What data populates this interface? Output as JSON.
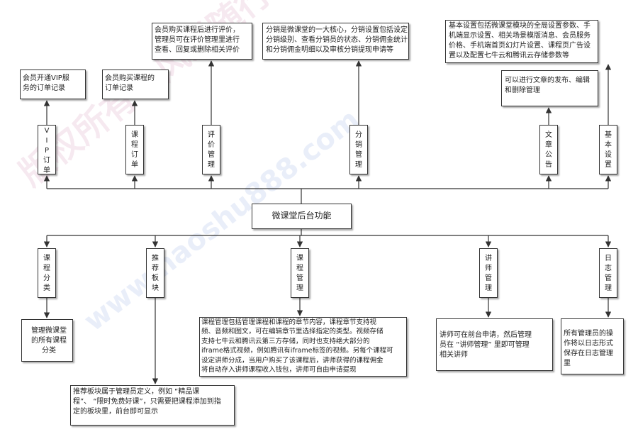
{
  "center": {
    "label": "微课堂后台功能"
  },
  "top_modules": [
    {
      "key": "vip",
      "label": "V\nI\nP\n订\n单",
      "desc": "会员开通VIP服\n务的订单记录"
    },
    {
      "key": "course_order",
      "label": "课\n程\n订\n单",
      "desc": "会员购买课程的\n订单记录"
    },
    {
      "key": "review",
      "label": "评\n价\n管\n理",
      "desc": "会员购买课程后进行评价，\n管理员可在评价管理里进行\n查看、回复或删除相关评价"
    },
    {
      "key": "distribution",
      "label": "分\n销\n管\n理",
      "desc": "分销是微课堂的一大核心，分销设置包括设定\n分销级别、查看分销员的状态、分销佣金统计\n和分销佣金明细以及审核分销提现申请等"
    },
    {
      "key": "article",
      "label": "文\n章\n公\n告",
      "desc": "可以进行文章的发布、编辑\n和删除管理"
    },
    {
      "key": "basic",
      "label": "基\n本\n设\n置",
      "desc": "基本设置包括微课堂模块的全局设置参数、手\n机端显示设置、相关场景模版消息、会员服务\n价格、手机端首页幻灯片设置、课程页广告设\n置以及配置七牛云和腾讯云存储参数等"
    }
  ],
  "bottom_modules": [
    {
      "key": "category",
      "label": "课\n程\n分\n类",
      "desc": "管理微课堂\n的所有课程\n分类"
    },
    {
      "key": "recommend",
      "label": "推\n荐\n板\n块",
      "desc": "推荐板块属于管理员定义，例如 “精品课\n程”、 “限时免费好课”，只需要把课程添加到指\n定的板块里，前台即可显示"
    },
    {
      "key": "course",
      "label": "课\n程\n管\n理",
      "desc": "课程管理包括管理课程和课程的章节内容，课程章节支持视\n频、音频和图文，可在编辑章节里选择指定的类型。视频存储\n支持七牛云和腾讯云第三方存储，同时也支持绝大部分的\niframe格式视频，例如腾讯有iframe标签的视频。另每个课程可\n设定讲师分成，当用户购买了该课程后，讲师获得的课程佣金\n将自动存入讲师课程收入钱包，讲师可自由申请提现"
    },
    {
      "key": "lecturer",
      "label": "讲\n师\n管\n理",
      "desc": "讲师可在前台申请，然后管理\n员在 “讲师管理” 里即可管理\n相关讲师"
    },
    {
      "key": "log",
      "label": "日\n志\n管\n理",
      "desc": "所有管理员的操\n作将以日志形式\n保存在日志管理\n里"
    }
  ],
  "watermark": {
    "text1": "版权所有©风影随行",
    "text2": "www.haoshu888.com"
  },
  "colors": {
    "line": "#333333",
    "box_border": "#333333"
  }
}
